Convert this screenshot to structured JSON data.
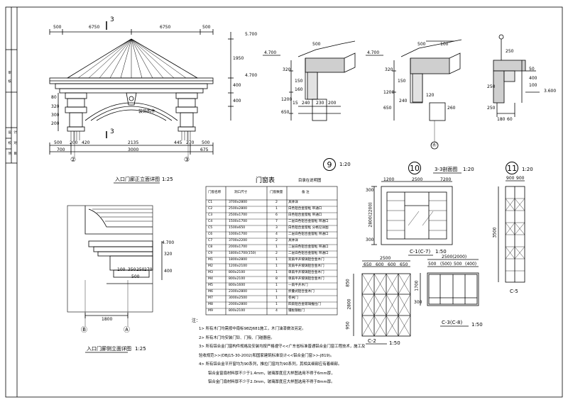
{
  "drawing": {
    "elevation_front_title": "入口门廊正立面详图",
    "elevation_front_scale": "1:25",
    "elevation_side_title": "入口门廊侧立面详图",
    "elevation_side_scale": "1:25",
    "axis_front_left": "②",
    "axis_front_right": "③",
    "axis_side_left": "Ⓑ",
    "axis_side_right": "Ⓐ",
    "section_mark": "3",
    "section_mark_bottom": "3",
    "front_dims_top": [
      "500",
      "6750",
      "6750",
      "500"
    ],
    "front_dims_bottom": [
      "500",
      "200",
      "420",
      "2135",
      "445",
      "270",
      "500"
    ],
    "front_dims_bottom2": [
      "700",
      "3000",
      "675"
    ],
    "front_dims_right": [
      "5.700",
      "1950",
      "4.700",
      "400",
      "400"
    ],
    "front_dims_left": [
      "80",
      "320",
      "300",
      "200"
    ],
    "front_ornament": "装饰构件",
    "side_dims": [
      "4.700",
      "100",
      "350",
      "250",
      "270",
      "320",
      "400",
      "500",
      "1800"
    ],
    "detail_9_number": "9",
    "detail_9_scale": "1:20",
    "detail_9_dims": [
      "4.700",
      "500",
      "320",
      "150",
      "160",
      "1200",
      "650",
      "15",
      "240",
      "230",
      "200"
    ],
    "detail_9b_dims": [
      "4.700",
      "500",
      "100",
      "320",
      "150",
      "1200",
      "650",
      "240",
      "120",
      "260",
      "Ⓐ"
    ],
    "detail_r_dims": [
      "250",
      "50",
      "400",
      "100",
      "250",
      "3.600",
      "180",
      "60",
      "250"
    ],
    "detail_10_number": "10",
    "detail_10_title": "3-3剖面图",
    "detail_10_scale": "1:20",
    "detail_11_number": "11",
    "detail_11_scale": "1:20"
  },
  "schedule": {
    "title": "门窗表",
    "header_note": "目录在说明图",
    "columns": [
      "门窗名称",
      "洞口尺寸",
      "门窗数量",
      "备 注"
    ],
    "rows": [
      [
        "C1",
        "3700x2800",
        "2",
        "具体详"
      ],
      [
        "C2",
        "2500x2800",
        "1",
        "白色铝合金窗框   带通口"
      ],
      [
        "C3",
        "2500x1700",
        "6",
        "白色铝合金窗框   带通口"
      ],
      [
        "C4",
        "1500x1700",
        "7",
        "二层白色铝合金窗框     带通口"
      ],
      [
        "C5",
        "1500x650",
        "3",
        "白色铝合金窗框     分格见详图"
      ],
      [
        "C6",
        "1000x1700",
        "4",
        "二层白色铝合金窗框     带通口"
      ],
      [
        "C7",
        "3700x2200",
        "2",
        "具体详"
      ],
      [
        "C8",
        "2000x1700",
        "1",
        "二层白色铝合金窗框     带通口"
      ],
      [
        "C9",
        "1800x1700(150)",
        "2",
        "二层白色铝合金窗框     带通口"
      ],
      [
        "M1",
        "1800x2800",
        "1",
        "双扇平开玻璃铝合金木门"
      ],
      [
        "M2",
        "1200x2100",
        "1",
        "双扇平开玻璃铝合金木门"
      ],
      [
        "M3",
        "800x2100",
        "1",
        "单扇平开玻璃铝合金木门"
      ],
      [
        "M4",
        "800x2100",
        "8",
        "单扇平开玻璃铝合金木门"
      ],
      [
        "M5",
        "800x1600",
        "1",
        "一扇平开木门"
      ],
      [
        "M6",
        "2300x2800",
        "1",
        "折叠式铝合金木门"
      ],
      [
        "M7",
        "3000x2500",
        "1",
        "卷闸门"
      ],
      [
        "M8",
        "2000x2800",
        "1",
        "四扇铝合金玻璃推拉门"
      ],
      [
        "M9",
        "800x2100",
        "4",
        "镶板钢板门"
      ]
    ],
    "notes_label": "注：",
    "notes": [
      "1> 所有木门均需按中南标98ZJ681施工，木门油漆做法另定。",
      "2> 所有木门均安装门铃、门吸、门碰器座。",
      "3> 所有铝合金门窗构件规格及安装均按严格遵守<<广东省标准普通铝合金门窗工程技术，施工及",
      "验收规范>>(DBJ15-30-2002)和国家建筑标准设计<<铝合金门窗>>-J819)。",
      "4> 所有铝合金平开窗均为90系列，推拉门窗均为90系列，其相关细部应有着细部。",
      "铝合金窗扇材料厚不少于1.4mm，玻璃厚度应大样图选用不得于6mm厚，",
      "铝合金门扇材料厚不少于2.0mm，玻璃厚度应大样图选用不得于8mm厚。"
    ]
  },
  "windows": {
    "c1_label": "C-1(C-7)",
    "c1_scale": "1:50",
    "c1_dims_top": [
      "1200",
      "2500",
      "7200"
    ],
    "c1_dims_left": [
      "300",
      "2800(2200)",
      "300"
    ],
    "c2_label": "C-2",
    "c2_scale": "1:50",
    "c2_dims_top": [
      "2500",
      "650",
      "600",
      "600",
      "650"
    ],
    "c2_dims_left": [
      "850",
      "2800",
      "950"
    ],
    "c3_label": "C-3(C-8)",
    "c3_scale": "1:50",
    "c3_dims_top": [
      "2500(2000)",
      "500",
      "(500)",
      "500",
      "(400)"
    ],
    "c3_dims_left": [
      "1700",
      "300"
    ],
    "c5_label": "C-5",
    "c5_dims_top": [
      "900",
      "900"
    ],
    "c5_dims_left": [
      "3500"
    ]
  },
  "title_block": {
    "labels": [
      "审",
      "核",
      "设",
      "计",
      "校",
      "对",
      "项",
      "目"
    ]
  },
  "colors": {
    "line": "#000000",
    "background": "#ffffff"
  }
}
